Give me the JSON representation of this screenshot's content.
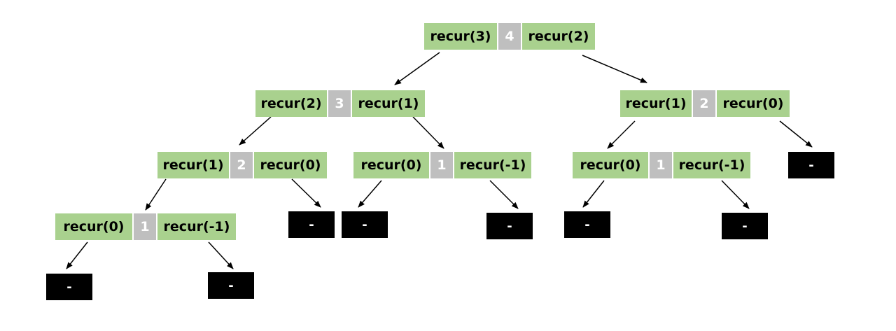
{
  "nodes": [
    {
      "id": "n1",
      "left": "recur(3)",
      "value": "4",
      "right": "recur(2)"
    },
    {
      "id": "n2",
      "left": "recur(2)",
      "value": "3",
      "right": "recur(1)"
    },
    {
      "id": "n3",
      "left": "recur(1)",
      "value": "2",
      "right": "recur(0)"
    },
    {
      "id": "n4",
      "left": "recur(1)",
      "value": "2",
      "right": "recur(0)"
    },
    {
      "id": "n5",
      "left": "recur(0)",
      "value": "1",
      "right": "recur(-1)"
    },
    {
      "id": "n6",
      "left": "recur(0)",
      "value": "1",
      "right": "recur(-1)"
    },
    {
      "id": "n7",
      "left": "recur(0)",
      "value": "1",
      "right": "recur(-1)"
    }
  ],
  "leaves": [
    {
      "id": "l1",
      "label": "-"
    },
    {
      "id": "l2",
      "label": "-"
    },
    {
      "id": "l3",
      "label": "-"
    },
    {
      "id": "l4",
      "label": "-"
    },
    {
      "id": "l5",
      "label": "-"
    },
    {
      "id": "l6",
      "label": "-"
    },
    {
      "id": "l7",
      "label": "-"
    },
    {
      "id": "l8",
      "label": "-"
    }
  ],
  "colors": {
    "call_cell": "#a9d18e",
    "value_cell": "#bfbfbf",
    "leaf": "#000000",
    "edge": "#000000"
  }
}
